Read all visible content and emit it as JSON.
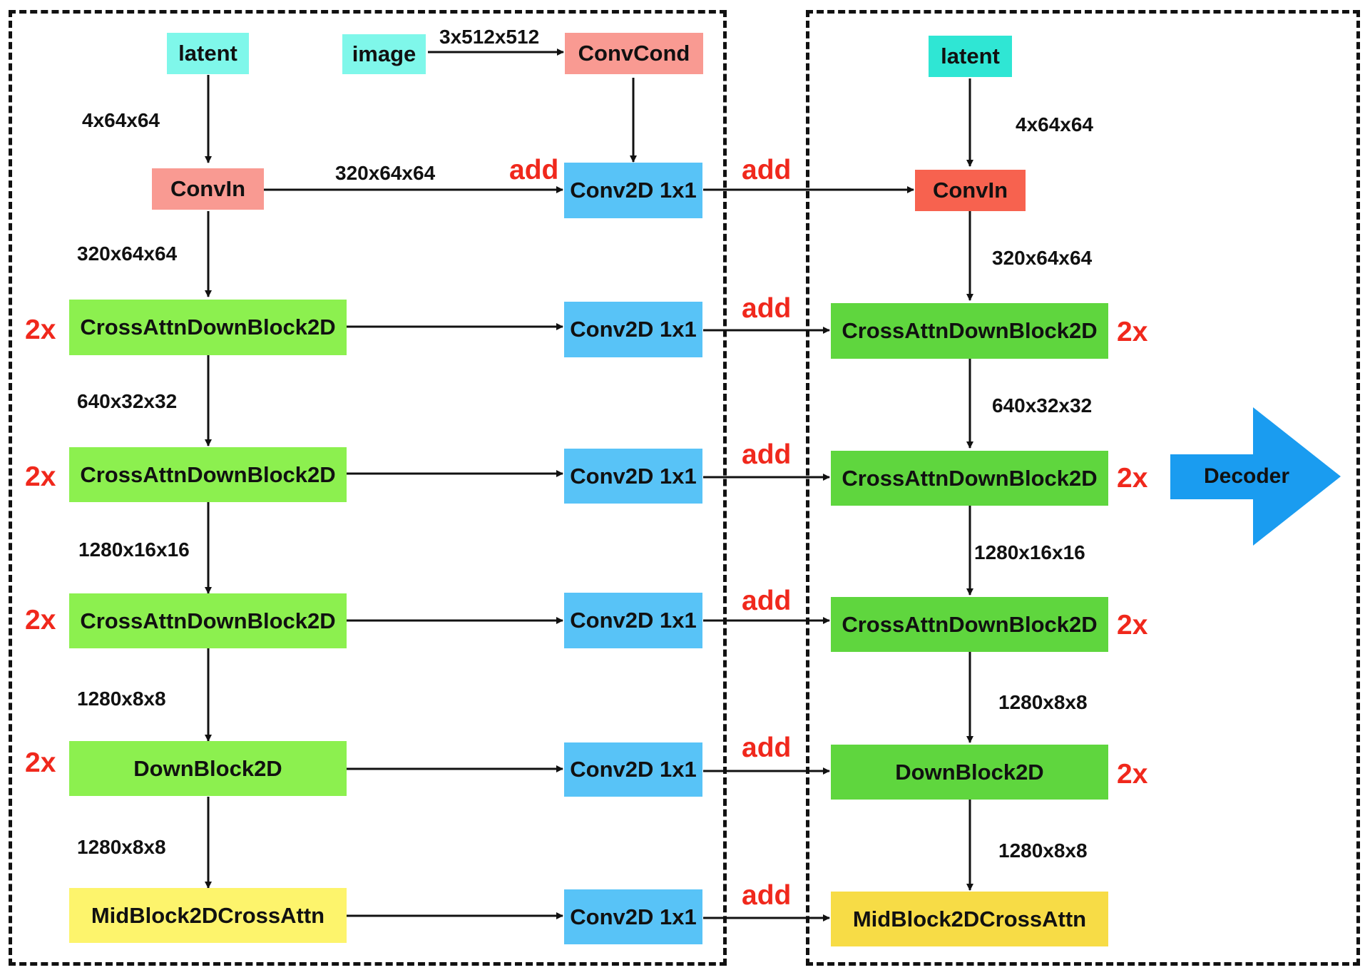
{
  "left": {
    "latent": "latent",
    "image": "image",
    "image_shape": "3x512x512",
    "conv_cond": "ConvCond",
    "conv_in": "ConvIn",
    "convin_shape": "320x64x64",
    "add_top": "add",
    "zero_conv_top": "Conv2D 1x1",
    "latent_shape": "4x64x64",
    "stage_shapes": [
      "320x64x64",
      "640x32x32",
      "1280x16x16",
      "1280x8x8",
      "1280x8x8"
    ],
    "blocks": [
      {
        "label": "CrossAttnDownBlock2D",
        "repeat": "2x",
        "zero_conv": "Conv2D 1x1",
        "add": "add"
      },
      {
        "label": "CrossAttnDownBlock2D",
        "repeat": "2x",
        "zero_conv": "Conv2D 1x1",
        "add": "add"
      },
      {
        "label": "CrossAttnDownBlock2D",
        "repeat": "2x",
        "zero_conv": "Conv2D 1x1",
        "add": "add"
      },
      {
        "label": "DownBlock2D",
        "repeat": "2x",
        "zero_conv": "Conv2D 1x1",
        "add": "add"
      },
      {
        "label": "MidBlock2DCrossAttn",
        "zero_conv": "Conv2D 1x1",
        "add": "add"
      }
    ]
  },
  "right": {
    "latent": "latent",
    "latent_shape": "4x64x64",
    "add_top": "add",
    "conv_in": "ConvIn",
    "stage_shapes": [
      "320x64x64",
      "640x32x32",
      "1280x16x16",
      "1280x8x8",
      "1280x8x8"
    ],
    "blocks": [
      {
        "label": "CrossAttnDownBlock2D",
        "repeat": "2x"
      },
      {
        "label": "CrossAttnDownBlock2D",
        "repeat": "2x"
      },
      {
        "label": "CrossAttnDownBlock2D",
        "repeat": "2x"
      },
      {
        "label": "DownBlock2D",
        "repeat": "2x"
      },
      {
        "label": "MidBlock2DCrossAttn"
      }
    ]
  },
  "decoder": "Decoder",
  "colors": {
    "latent_left": "#7ff7ea",
    "latent_right": "#2fe6d4",
    "conv_pink": "#f99a92",
    "conv_in_right": "#f7624f",
    "zero_conv": "#58c3f7",
    "block_left": "#8cf04f",
    "block_right": "#5fd63e",
    "mid_left": "#fdf46c",
    "mid_right": "#f7dc46",
    "decoder": "#1a9cf0",
    "red_text": "#f0281c"
  }
}
